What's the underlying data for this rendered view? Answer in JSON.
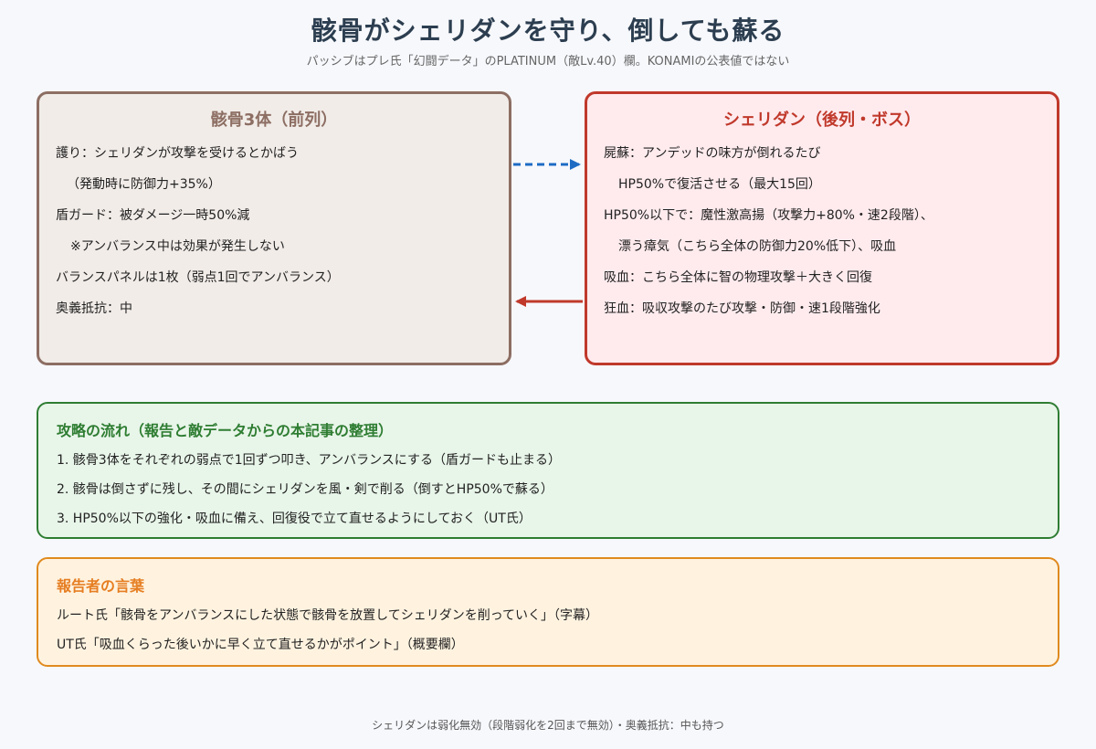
{
  "header": {
    "title": "骸骨がシェリダンを守り、倒しても蘇る",
    "subtitle": "パッシブはプレ氏「幻闘データ」のPLATINUM（敵Lv.40）欄。KONAMIの公表値ではない"
  },
  "skeleton": {
    "title": "骸骨3体（前列）",
    "lines": [
      "護り：シェリダンが攻撃を受けるとかばう",
      "（発動時に防御力+35%）",
      "盾ガード：被ダメージ一時50%減",
      "※アンバランス中は効果が発生しない",
      "バランスパネルは1枚（弱点1回でアンバランス）",
      "奥義抵抗：中"
    ]
  },
  "sheridan": {
    "title": "シェリダン（後列・ボス）",
    "lines": [
      "屍蘇：アンデッドの味方が倒れるたび",
      "HP50%で復活させる（最大15回）",
      "HP50%以下で：魔性激高揚（攻撃力+80%・速2段階）、",
      "漂う瘴気（こちら全体の防御力20%低下）、吸血",
      "吸血：こちら全体に智の物理攻撃＋大きく回復",
      "狂血：吸収攻撃のたび攻撃・防御・速1段階強化"
    ]
  },
  "connectors": {
    "protect_arrow_color": "#1e6bc4",
    "attack_arrow_color": "#c0392b"
  },
  "strategy": {
    "title": "攻略の流れ（報告と敵データからの本記事の整理）",
    "steps": [
      "1. 骸骨3体をそれぞれの弱点で1回ずつ叩き、アンバランスにする（盾ガードも止まる）",
      "2. 骸骨は倒さずに残し、その間にシェリダンを風・剣で削る（倒すとHP50%で蘇る）",
      "3. HP50%以下の強化・吸血に備え、回復役で立て直せるようにしておく（UT氏）"
    ]
  },
  "quotes": {
    "title": "報告者の言葉",
    "lines": [
      "ルート氏「骸骨をアンバランスにした状態で骸骨を放置してシェリダンを削っていく」（字幕）",
      "UT氏「吸血くらった後いかに早く立て直せるかがポイント」（概要欄）"
    ]
  },
  "footer": {
    "note": "シェリダンは弱化無効（段階弱化を2回まで無効）・奥義抵抗：中も持つ"
  }
}
